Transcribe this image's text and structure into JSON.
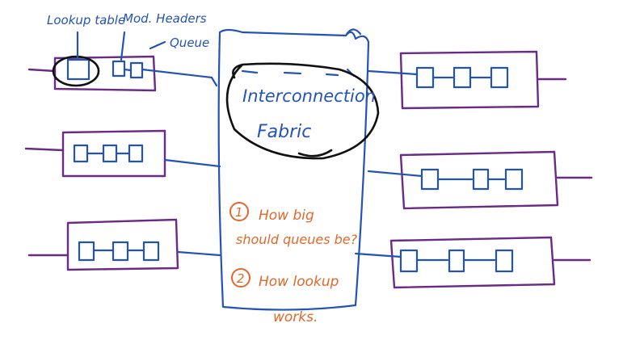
{
  "labels": {
    "lookup_table": "Lookup table",
    "mod_headers": "Mod. Headers",
    "queue": "Queue"
  },
  "fabric": {
    "line1": "Interconnection",
    "line2": "Fabric"
  },
  "questions": [
    {
      "number": "1",
      "line1": "How big",
      "line2": "should queues be?"
    },
    {
      "number": "2",
      "line1": "How lookup",
      "line2": "works."
    }
  ]
}
